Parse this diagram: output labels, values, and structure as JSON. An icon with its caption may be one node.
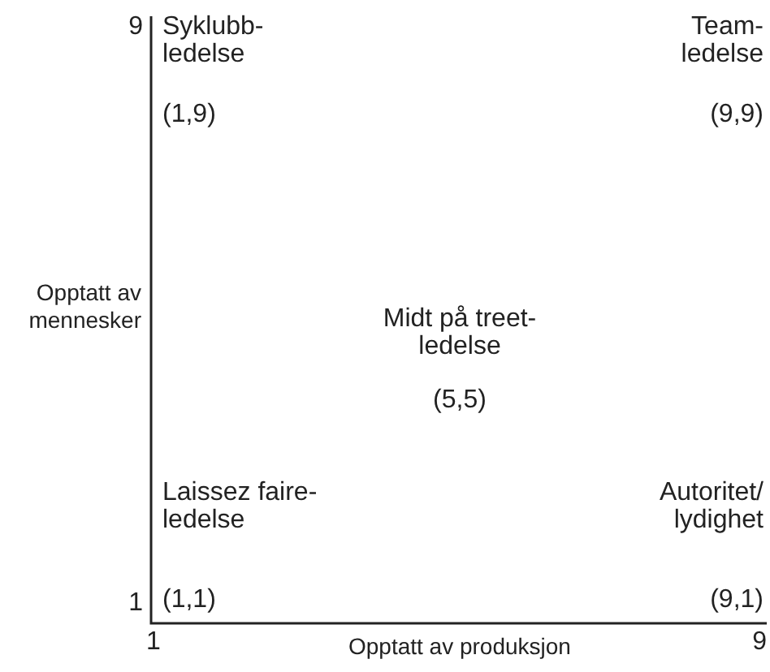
{
  "diagram": {
    "labels": [
      "9",
      "Syklubb- ledelse",
      "Team- ledelse",
      "(1,9)",
      "(9,9)",
      "Opptatt av mennesker",
      "Midt på treet- ledelse",
      "(5,5)",
      "Laissez faire- ledelse",
      "Autoritet/ lydighet",
      "1",
      "(1,1)",
      "(9,1)",
      "1",
      "Opptatt av produksjon",
      "9"
    ]
  }
}
